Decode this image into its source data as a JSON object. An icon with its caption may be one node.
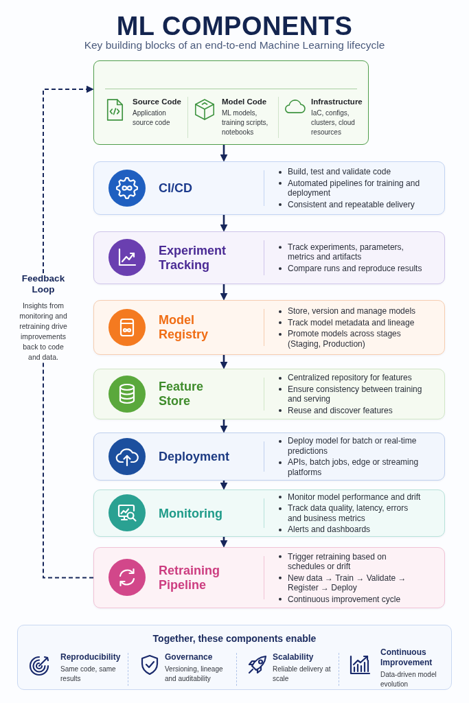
{
  "diagram": {
    "title": "ML COMPONENTS",
    "nodes": [
      {
        "text": [
          "Source Code",
          "Application source code",
          "Model Code",
          "ML models, training scripts, notebooks",
          "Infrastructure",
          "IaC, configs, clusters, cloud resources"
        ]
      },
      {
        "text": [
          "CI/CD",
          "Build, test and validate code",
          "Automated pipelines for training and deployment",
          "Consistent and repeatable delivery"
        ]
      },
      {
        "text": [
          "Experiment Tracking",
          "Track experiments, parameters, metrics and artifacts",
          "Compare runs and reproduce results"
        ]
      },
      {
        "text": [
          "Model Registry",
          "Store, version and manage models",
          "Track model metadata and lineage",
          "Promote models across stages (Staging, Production)"
        ]
      },
      {
        "text": [
          "Feature Store",
          "Centralized repository for features",
          "Ensure consistency between training and serving",
          "Reuse and discover features"
        ]
      },
      {
        "text": [
          "Deployment",
          "Deploy model for batch or real-time predictions",
          "APIs, batch jobs, edge or streaming platforms"
        ]
      },
      {
        "text": [
          "Monitoring",
          "Monitor model performance and drift",
          "Track data quality, latency, errors and business metrics",
          "Alerts and dashboards"
        ]
      },
      {
        "text": [
          "Retraining Pipeline",
          "Trigger retraining based on schedules or drift",
          "New data → Train → Validate → Register → Deploy",
          "Continuous improvement cycle"
        ]
      },
      {
        "text": [
          "Feedback Loop",
          "Insights from monitoring and retraining drive improvements back to code and data."
        ]
      },
      {
        "text": [
          "Together, these components enable",
          "Reproducibility",
          "Same code, same results",
          "Governance",
          "Versioning, lineage and auditability",
          "Scalability",
          "Reliable delivery at scale",
          "Continuous Improvement",
          "Data-driven model evolution"
        ]
      }
    ],
    "edges": [
      {
        "from": 0,
        "to": 1,
        "arrow": "to"
      },
      {
        "from": 1,
        "to": 2,
        "arrow": "to"
      },
      {
        "from": 2,
        "to": 3,
        "arrow": "to"
      },
      {
        "from": 3,
        "to": 4,
        "arrow": "to"
      },
      {
        "from": 4,
        "to": 5,
        "arrow": "to"
      },
      {
        "from": 5,
        "to": 6,
        "arrow": "to"
      },
      {
        "from": 6,
        "to": 7,
        "arrow": "to"
      },
      {
        "from": 7,
        "to": 8,
        "arrow": "none",
        "style": "dashed"
      },
      {
        "from": 8,
        "to": 0,
        "arrow": "to",
        "style": "dashed"
      }
    ],
    "labels": [
      "Key building blocks of an end-to-end Machine Learning lifecycle"
    ]
  }
}
